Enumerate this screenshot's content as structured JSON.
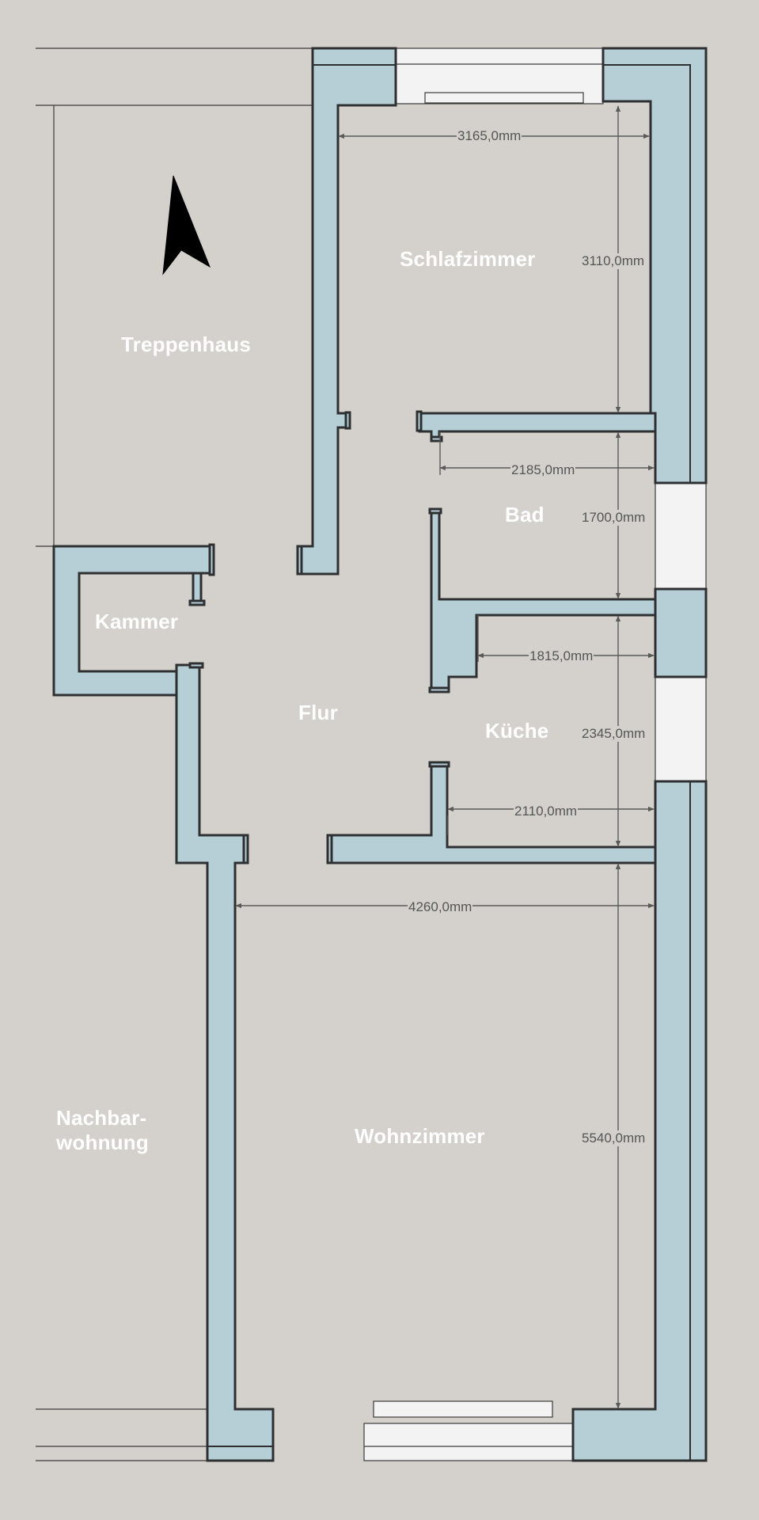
{
  "colors": {
    "background": "#d4d1cc",
    "wall_fill": "#b6cfd6",
    "wall_stroke": "#2d2f31",
    "window_fill": "#f3f3f3",
    "room_label": "#ffffff",
    "dimension_line": "#555555",
    "north_arrow": "#000000"
  },
  "icons": {
    "north": "north-arrow-icon"
  },
  "rooms": {
    "schlafzimmer": "Schlafzimmer",
    "treppenhaus": "Treppenhaus",
    "bad": "Bad",
    "kammer": "Kammer",
    "flur": "Flur",
    "kueche": "Küche",
    "wohnzimmer": "Wohnzimmer",
    "nachbarwohnung_line1": "Nachbar-",
    "nachbarwohnung_line2": "wohnung"
  },
  "dimensions": {
    "schlafzimmer_width": "3165,0mm",
    "schlafzimmer_depth": "3110,0mm",
    "bad_width": "2185,0mm",
    "bad_depth": "1700,0mm",
    "kueche_upper_width": "1815,0mm",
    "kueche_depth": "2345,0mm",
    "kueche_lower_width": "2110,0mm",
    "wohnzimmer_width": "4260,0mm",
    "wohnzimmer_depth": "5540,0mm"
  }
}
